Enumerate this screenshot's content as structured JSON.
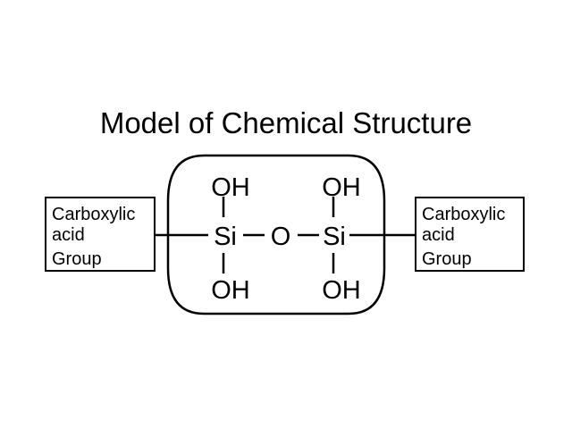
{
  "title": "Model of Chemical Structure",
  "left_group": {
    "lines": [
      "Carboxylic",
      "acid",
      "Group"
    ]
  },
  "right_group": {
    "lines": [
      "Carboxylic",
      "acid",
      "Group"
    ]
  },
  "molecule": {
    "left_si": {
      "top": "OH",
      "center": "Si",
      "bottom": "OH"
    },
    "bridge": "O",
    "right_si": {
      "top": "OH",
      "center": "Si",
      "bottom": "OH"
    }
  },
  "colors": {
    "stroke": "#000000",
    "background": "#ffffff"
  }
}
